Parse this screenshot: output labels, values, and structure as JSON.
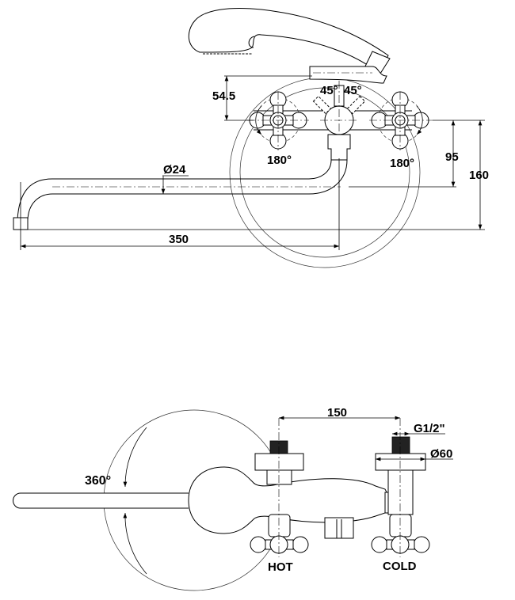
{
  "drawing": {
    "top_view": {
      "dim_height_handshower": "54.5",
      "dim_lever_angle_left": "45°",
      "dim_lever_angle_right": "45°",
      "dim_handle_rotation_left": "180°",
      "dim_handle_rotation_right": "180°",
      "dim_spout_diameter": "Ø24",
      "dim_spout_length": "350",
      "dim_spout_height": "95",
      "dim_total_height": "160"
    },
    "front_view": {
      "dim_center_distance": "150",
      "dim_thread": "G1/2\"",
      "dim_flange_diameter": "Ø60",
      "dim_spout_rotation": "360°",
      "label_hot": "HOT",
      "label_cold": "COLD"
    }
  },
  "colors": {
    "line": "#000000",
    "background": "#ffffff"
  }
}
